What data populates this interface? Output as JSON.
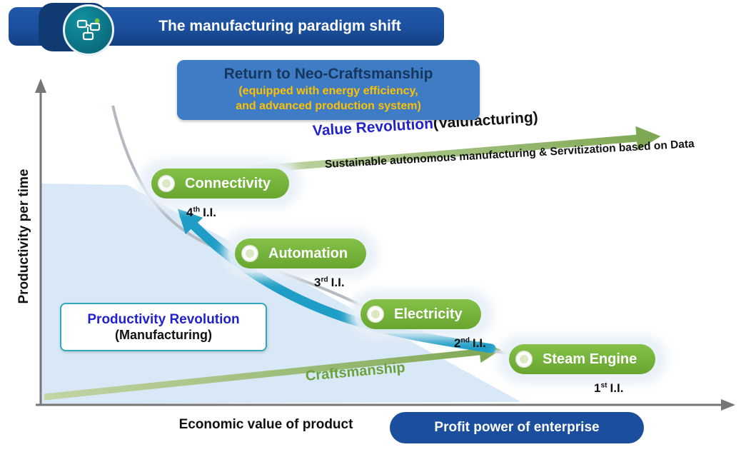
{
  "header": {
    "title": "The manufacturing paradigm shift"
  },
  "neo_box": {
    "title": "Return to Neo-Craftsmanship",
    "subtitle_line1": "(equipped with energy efficiency,",
    "subtitle_line2": "and advanced production system)"
  },
  "axes": {
    "y_label": "Productivity per time",
    "x_label": "Economic value of product"
  },
  "profit_pill": {
    "label": "Profit power of enterprise"
  },
  "value_revolution": {
    "title_blue": "Value Revolution",
    "title_black": "(Valufacturing)",
    "subtitle": "Sustainable autonomous manufacturing & Servitization based on Data"
  },
  "productivity_revolution": {
    "line1": "Productivity Revolution",
    "line2": "(Manufacturing)"
  },
  "craftsmanship": {
    "label": "Craftsmanship"
  },
  "stages": [
    {
      "label": "Connectivity",
      "ordinal": "4",
      "suffix": "th",
      "tag": "I.I."
    },
    {
      "label": "Automation",
      "ordinal": "3",
      "suffix": "rd",
      "tag": "I.I."
    },
    {
      "label": "Electricity",
      "ordinal": "2",
      "suffix": "nd",
      "tag": "I.I."
    },
    {
      "label": "Steam Engine",
      "ordinal": "1",
      "suffix": "st",
      "tag": "I.I."
    }
  ],
  "colors": {
    "navy": "#1B4F9E",
    "box_blue": "#3E7DC6",
    "accent_yellow": "#FFC000",
    "pill_green": "#74B23B",
    "teal_arrow": "#1E9EC7",
    "olive_arrow": "#7FA854",
    "region_light_blue": "#D9E8F7",
    "blue_text": "#2323CB",
    "green_text": "#69A23A"
  }
}
